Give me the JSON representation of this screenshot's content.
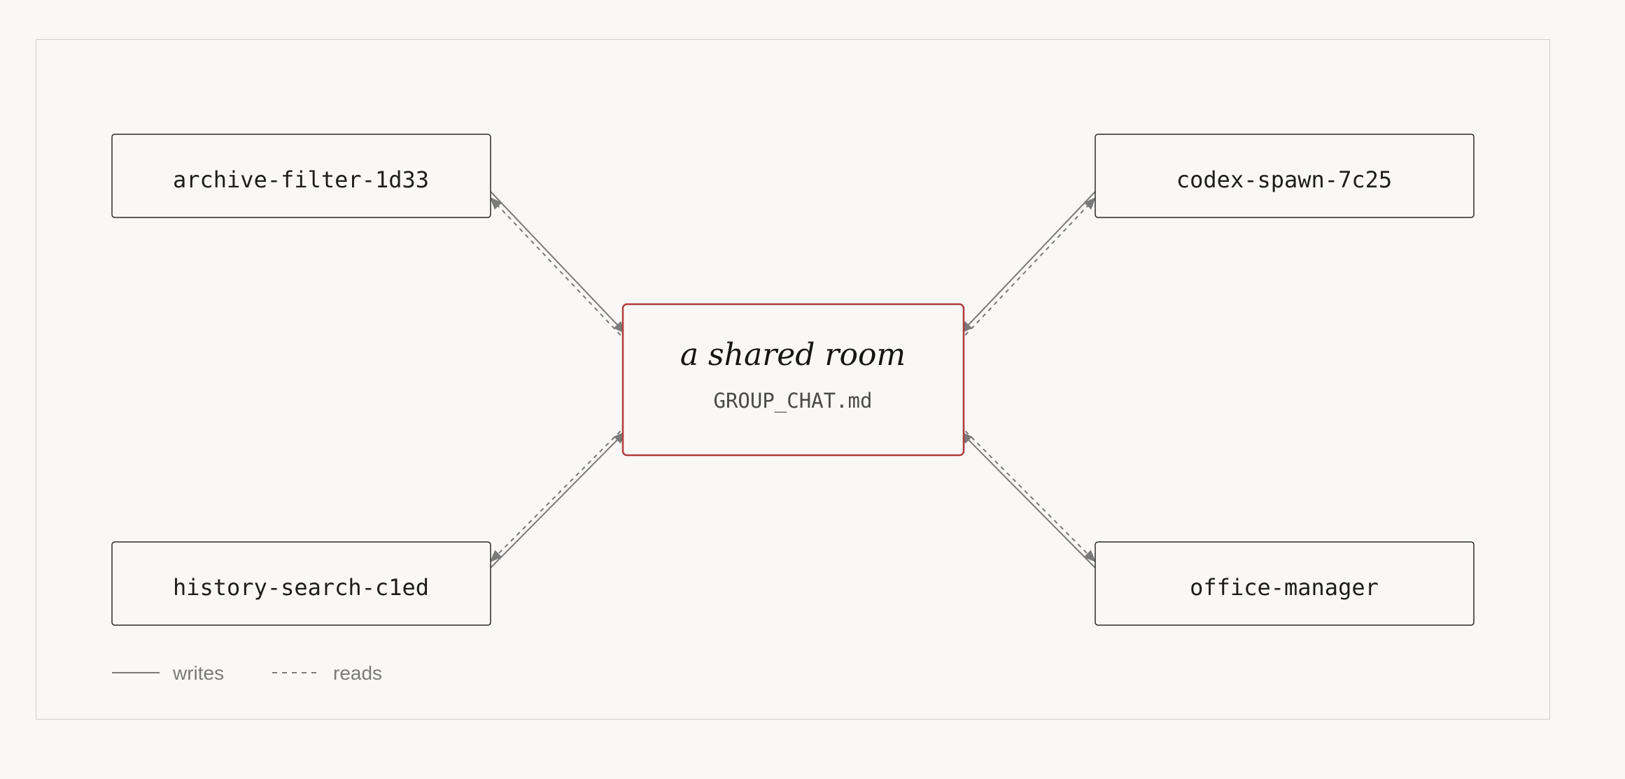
{
  "hub": {
    "title": "a shared room",
    "file": "GROUP_CHAT.md"
  },
  "agents": [
    {
      "id": "archive-filter",
      "label": "archive-filter-1d33",
      "position": "top-left"
    },
    {
      "id": "codex-spawn",
      "label": "codex-spawn-7c25",
      "position": "top-right"
    },
    {
      "id": "history-search",
      "label": "history-search-c1ed",
      "position": "bottom-left"
    },
    {
      "id": "office-manager",
      "label": "office-manager",
      "position": "bottom-right"
    }
  ],
  "edges": [
    {
      "agent": "archive-filter-1d33",
      "writes": true,
      "reads": true
    },
    {
      "agent": "codex-spawn-7c25",
      "writes": true,
      "reads": true
    },
    {
      "agent": "history-search-c1ed",
      "writes": true,
      "reads": true
    },
    {
      "agent": "office-manager",
      "writes": true,
      "reads": true
    }
  ],
  "legend": {
    "writes_label": "writes",
    "reads_label": "reads"
  },
  "colors": {
    "hub_border": "#b03a3a",
    "box_border": "#2a2a2a",
    "line": "#7a7a7a",
    "background": "#f9f8f6"
  }
}
